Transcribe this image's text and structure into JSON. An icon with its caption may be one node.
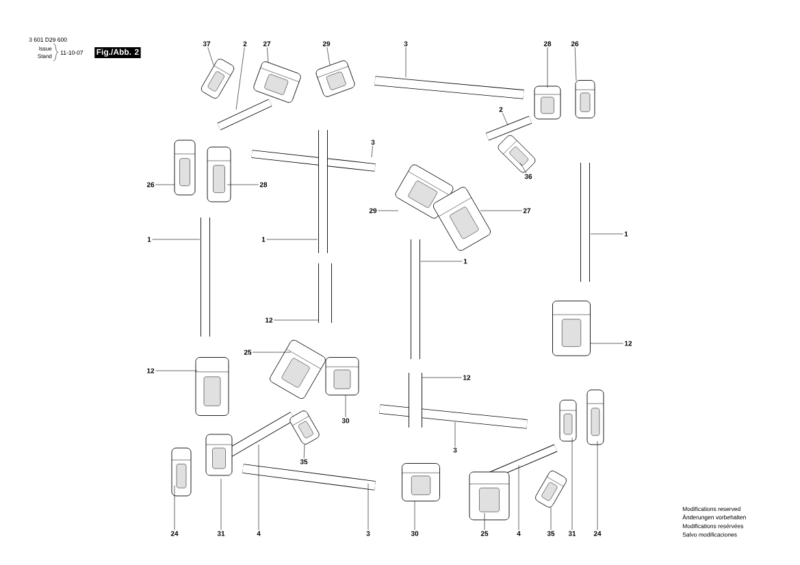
{
  "diagram": {
    "nodes": [
      {
        "text": [
          "37"
        ]
      },
      {
        "text": [
          "2"
        ]
      },
      {
        "text": [
          "27"
        ]
      },
      {
        "text": [
          "29"
        ]
      },
      {
        "text": [
          "3"
        ]
      },
      {
        "text": [
          "28"
        ]
      },
      {
        "text": [
          "26"
        ]
      },
      {
        "text": [
          "2"
        ]
      },
      {
        "text": [
          "3"
        ]
      },
      {
        "text": [
          "36"
        ]
      },
      {
        "text": [
          "26"
        ]
      },
      {
        "text": [
          "28"
        ]
      },
      {
        "text": [
          "29"
        ]
      },
      {
        "text": [
          "27"
        ]
      },
      {
        "text": [
          "1"
        ]
      },
      {
        "text": [
          "1"
        ]
      },
      {
        "text": [
          "1"
        ]
      },
      {
        "text": [
          "1"
        ]
      },
      {
        "text": [
          "12"
        ]
      },
      {
        "text": [
          "12"
        ]
      },
      {
        "text": [
          "25"
        ]
      },
      {
        "text": [
          "12"
        ]
      },
      {
        "text": [
          "12"
        ]
      },
      {
        "text": [
          "30"
        ]
      },
      {
        "text": [
          "3"
        ]
      },
      {
        "text": [
          "35"
        ]
      },
      {
        "text": [
          "24"
        ]
      },
      {
        "text": [
          "31"
        ]
      },
      {
        "text": [
          "4"
        ]
      },
      {
        "text": [
          "3"
        ]
      },
      {
        "text": [
          "30"
        ]
      },
      {
        "text": [
          "25"
        ]
      },
      {
        "text": [
          "4"
        ]
      },
      {
        "text": [
          "35"
        ]
      },
      {
        "text": [
          "31"
        ]
      },
      {
        "text": [
          "24"
        ]
      }
    ],
    "edges": [
      {
        "from": 0,
        "to": null,
        "arrow": "none"
      },
      {
        "from": 1,
        "to": null,
        "arrow": "none"
      },
      {
        "from": 2,
        "to": null,
        "arrow": "none"
      },
      {
        "from": 3,
        "to": null,
        "arrow": "none"
      },
      {
        "from": 4,
        "to": null,
        "arrow": "none"
      },
      {
        "from": 5,
        "to": null,
        "arrow": "none"
      },
      {
        "from": 6,
        "to": null,
        "arrow": "none"
      },
      {
        "from": 7,
        "to": null,
        "arrow": "none"
      },
      {
        "from": 8,
        "to": null,
        "arrow": "none"
      },
      {
        "from": 9,
        "to": null,
        "arrow": "none"
      },
      {
        "from": 10,
        "to": null,
        "arrow": "none"
      },
      {
        "from": 11,
        "to": null,
        "arrow": "none"
      },
      {
        "from": 12,
        "to": null,
        "arrow": "none"
      },
      {
        "from": 13,
        "to": null,
        "arrow": "none"
      },
      {
        "from": 14,
        "to": null,
        "arrow": "none"
      },
      {
        "from": 15,
        "to": null,
        "arrow": "none"
      },
      {
        "from": 16,
        "to": null,
        "arrow": "none"
      },
      {
        "from": 17,
        "to": null,
        "arrow": "none"
      },
      {
        "from": 18,
        "to": null,
        "arrow": "none"
      },
      {
        "from": 19,
        "to": null,
        "arrow": "none"
      },
      {
        "from": 20,
        "to": null,
        "arrow": "none"
      },
      {
        "from": 21,
        "to": null,
        "arrow": "none"
      },
      {
        "from": 22,
        "to": null,
        "arrow": "none"
      },
      {
        "from": 23,
        "to": null,
        "arrow": "none"
      },
      {
        "from": 24,
        "to": null,
        "arrow": "none"
      },
      {
        "from": 25,
        "to": null,
        "arrow": "none"
      },
      {
        "from": 26,
        "to": null,
        "arrow": "none"
      },
      {
        "from": 27,
        "to": null,
        "arrow": "none"
      },
      {
        "from": 28,
        "to": null,
        "arrow": "none"
      },
      {
        "from": 29,
        "to": null,
        "arrow": "none"
      },
      {
        "from": 30,
        "to": null,
        "arrow": "none"
      },
      {
        "from": 31,
        "to": null,
        "arrow": "none"
      },
      {
        "from": 32,
        "to": null,
        "arrow": "none"
      },
      {
        "from": 33,
        "to": null,
        "arrow": "none"
      },
      {
        "from": 34,
        "to": null,
        "arrow": "none"
      },
      {
        "from": 35,
        "to": null,
        "arrow": "none"
      }
    ],
    "labels": [
      "3 601 D29 600",
      "Issue",
      "Stand",
      "11-10-07",
      "Fig./Abb. 2",
      "Modifications reserved",
      "Änderungen vorbehalten",
      "Modifications resérvées",
      "Salvo modificaciones"
    ]
  }
}
